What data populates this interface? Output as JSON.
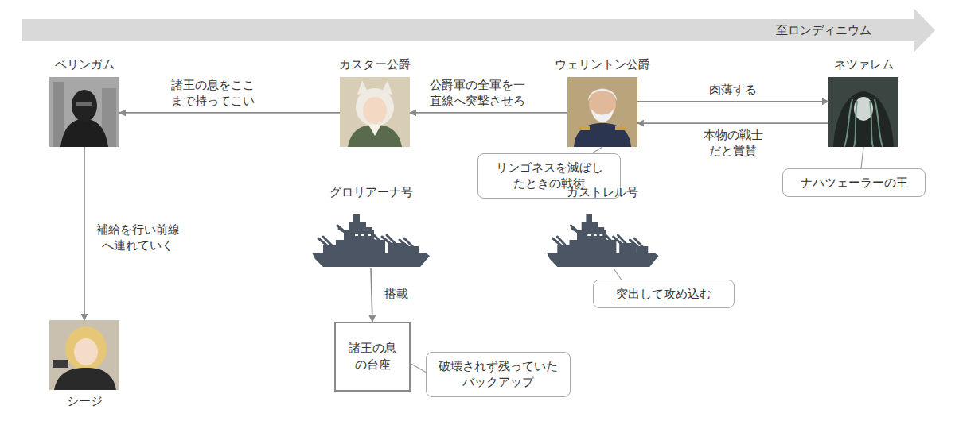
{
  "diagram": {
    "nodes": [
      {
        "text": [
          "ベリンガム"
        ]
      },
      {
        "text": [
          "カスター公爵"
        ]
      },
      {
        "text": [
          "ウェリントン公爵"
        ]
      },
      {
        "text": [
          "リンゴネスを滅ぼしたときの戦術"
        ]
      },
      {
        "text": [
          "ネツァレム"
        ]
      },
      {
        "text": [
          "ナハツェーラーの王"
        ]
      },
      {
        "text": [
          "グロリアーナ号"
        ]
      },
      {
        "text": [
          "ガストレル号"
        ]
      },
      {
        "text": [
          "突出して攻め込む"
        ]
      },
      {
        "text": [
          "諸王の息の台座"
        ]
      },
      {
        "text": [
          "破壊されず残っていたバックアップ"
        ]
      },
      {
        "text": [
          "シージ"
        ]
      }
    ],
    "edges": [
      {
        "from": 1,
        "to": 0,
        "label": "諸王の息をここまで持ってこい",
        "arrow": "to"
      },
      {
        "from": 2,
        "to": 1,
        "label": "公爵軍の全軍を一直線へ突撃させろ",
        "arrow": "to"
      },
      {
        "from": 2,
        "to": 4,
        "label": "肉薄する",
        "arrow": "to"
      },
      {
        "from": 4,
        "to": 2,
        "label": "本物の戦士だと賞賛",
        "arrow": "to"
      },
      {
        "from": 0,
        "to": 11,
        "label": "補給を行い前線へ連れていく",
        "arrow": "to"
      },
      {
        "from": 6,
        "to": 9,
        "label": "搭載",
        "arrow": "to"
      },
      {
        "from": 3,
        "to": 2,
        "arrow": "none"
      },
      {
        "from": 5,
        "to": 4,
        "arrow": "none"
      },
      {
        "from": 8,
        "to": 7,
        "arrow": "none"
      },
      {
        "from": 10,
        "to": 9,
        "arrow": "none"
      }
    ],
    "labels": [
      "至ロンディニウム"
    ]
  }
}
